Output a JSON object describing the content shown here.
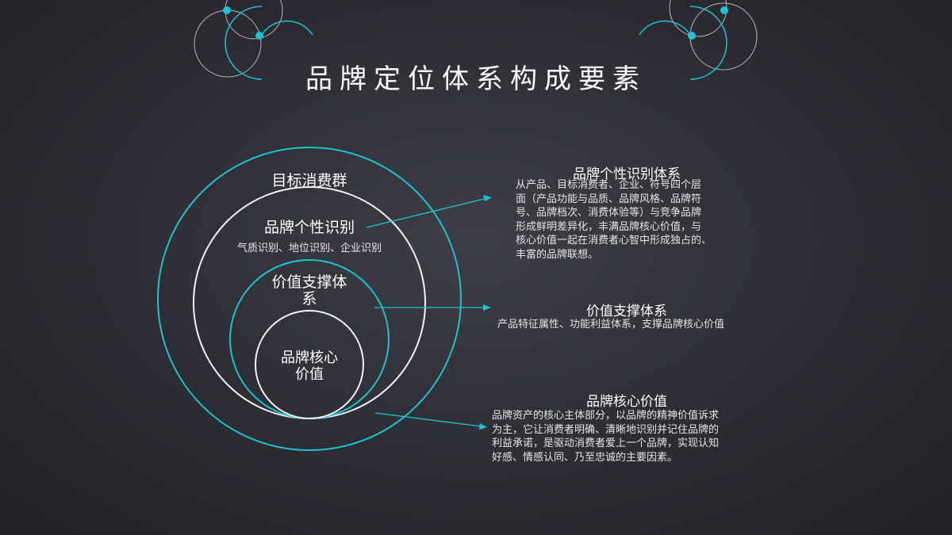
{
  "title": "品牌定位体系构成要素",
  "circles": {
    "outer_label": "目标消费群",
    "personality_label": "品牌个性识别",
    "personality_sub": "气质识别、地位识别、企业识别",
    "value_support_label_line1": "价值支撑体",
    "value_support_label_line2": "系",
    "core_label_line1": "品牌核心",
    "core_label_line2": "价值"
  },
  "descriptions": [
    {
      "title": "品牌个性识别体系",
      "lines": [
        "从产品、目标消费者、企业、符号四个层",
        "面（产品功能与品质、品牌风格、品牌符",
        "号、品牌档次、消费体验等）与竞争品牌",
        "形成鲜明差异化，丰满品牌核心价值，与",
        "核心价值一起在消费者心智中形成独占的、",
        "丰富的品牌联想。"
      ]
    },
    {
      "title": "价值支撑体系",
      "lines": [
        "产品特征属性、功能利益体系，支撑品牌核心价值"
      ]
    },
    {
      "title": "品牌核心价值",
      "lines": [
        "品牌资产的核心主体部分，以品牌的精神价值诉求",
        "为主，它让消费者明确、清晰地识别并记住品牌的",
        "利益承诺，是驱动消费者爱上一个品牌，实现认知",
        "好感、情感认同、乃至忠诚的主要因素。"
      ]
    }
  ],
  "colors": {
    "accent": "#1fc3d0",
    "line": "#e8e8ea"
  }
}
